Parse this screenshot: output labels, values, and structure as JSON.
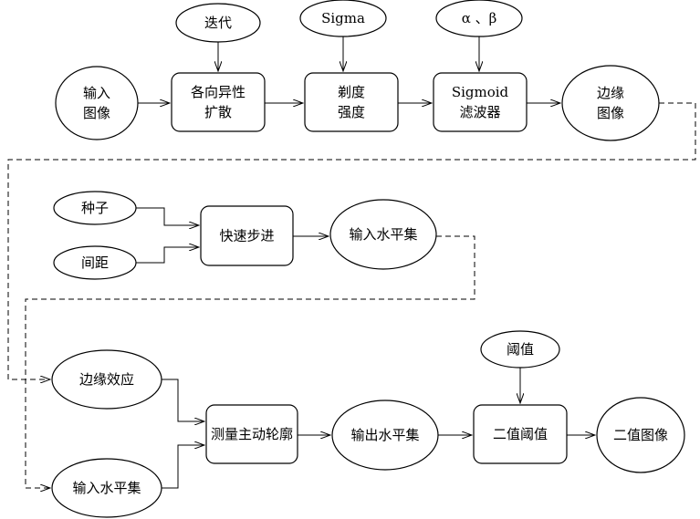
{
  "nodes": {
    "iter": {
      "shape": "ellipse",
      "lines": [
        "迭代"
      ]
    },
    "sigma": {
      "shape": "ellipse",
      "lines": [
        "Sigma"
      ]
    },
    "ab": {
      "shape": "ellipse",
      "lines": [
        "α 、β"
      ]
    },
    "input_img": {
      "shape": "ellipse",
      "lines": [
        "输入",
        "图像"
      ]
    },
    "aniso": {
      "shape": "rect",
      "lines": [
        "各向异性",
        "扩散"
      ]
    },
    "grad": {
      "shape": "rect",
      "lines": [
        "剃度",
        "强度"
      ]
    },
    "sigmoid": {
      "shape": "rect",
      "lines": [
        "Sigmoid",
        "滤波器"
      ]
    },
    "edge_img": {
      "shape": "ellipse",
      "lines": [
        "边缘",
        "图像"
      ]
    },
    "seed": {
      "shape": "ellipse",
      "lines": [
        "种子"
      ]
    },
    "spacing": {
      "shape": "ellipse",
      "lines": [
        "间距"
      ]
    },
    "fastmarch": {
      "shape": "rect",
      "lines": [
        "快速步进"
      ]
    },
    "in_level1": {
      "shape": "ellipse",
      "lines": [
        "输入水平集"
      ]
    },
    "edge_eff": {
      "shape": "ellipse",
      "lines": [
        "边缘效应"
      ]
    },
    "in_level2": {
      "shape": "ellipse",
      "lines": [
        "输入水平集"
      ]
    },
    "contour": {
      "shape": "rect",
      "lines": [
        "测量主动轮廓"
      ]
    },
    "out_level": {
      "shape": "ellipse",
      "lines": [
        "输出水平集"
      ]
    },
    "threshold": {
      "shape": "ellipse",
      "lines": [
        "阈值"
      ]
    },
    "bin_thresh": {
      "shape": "rect",
      "lines": [
        "二值阈值"
      ]
    },
    "bin_img": {
      "shape": "ellipse",
      "lines": [
        "二值图像"
      ]
    }
  },
  "edges": [
    {
      "from": "iter",
      "to": "aniso",
      "style": "solid"
    },
    {
      "from": "sigma",
      "to": "grad",
      "style": "solid"
    },
    {
      "from": "ab",
      "to": "sigmoid",
      "style": "solid"
    },
    {
      "from": "input_img",
      "to": "aniso",
      "style": "solid"
    },
    {
      "from": "aniso",
      "to": "grad",
      "style": "solid"
    },
    {
      "from": "grad",
      "to": "sigmoid",
      "style": "solid"
    },
    {
      "from": "sigmoid",
      "to": "edge_img",
      "style": "solid"
    },
    {
      "from": "edge_img",
      "to": "edge_eff",
      "style": "dashed"
    },
    {
      "from": "seed",
      "to": "fastmarch",
      "style": "solid"
    },
    {
      "from": "spacing",
      "to": "fastmarch",
      "style": "solid"
    },
    {
      "from": "fastmarch",
      "to": "in_level1",
      "style": "solid"
    },
    {
      "from": "in_level1",
      "to": "in_level2",
      "style": "dashed"
    },
    {
      "from": "edge_eff",
      "to": "contour",
      "style": "solid"
    },
    {
      "from": "in_level2",
      "to": "contour",
      "style": "solid"
    },
    {
      "from": "contour",
      "to": "out_level",
      "style": "solid"
    },
    {
      "from": "out_level",
      "to": "bin_thresh",
      "style": "solid"
    },
    {
      "from": "threshold",
      "to": "bin_thresh",
      "style": "solid"
    },
    {
      "from": "bin_thresh",
      "to": "bin_img",
      "style": "solid"
    }
  ]
}
